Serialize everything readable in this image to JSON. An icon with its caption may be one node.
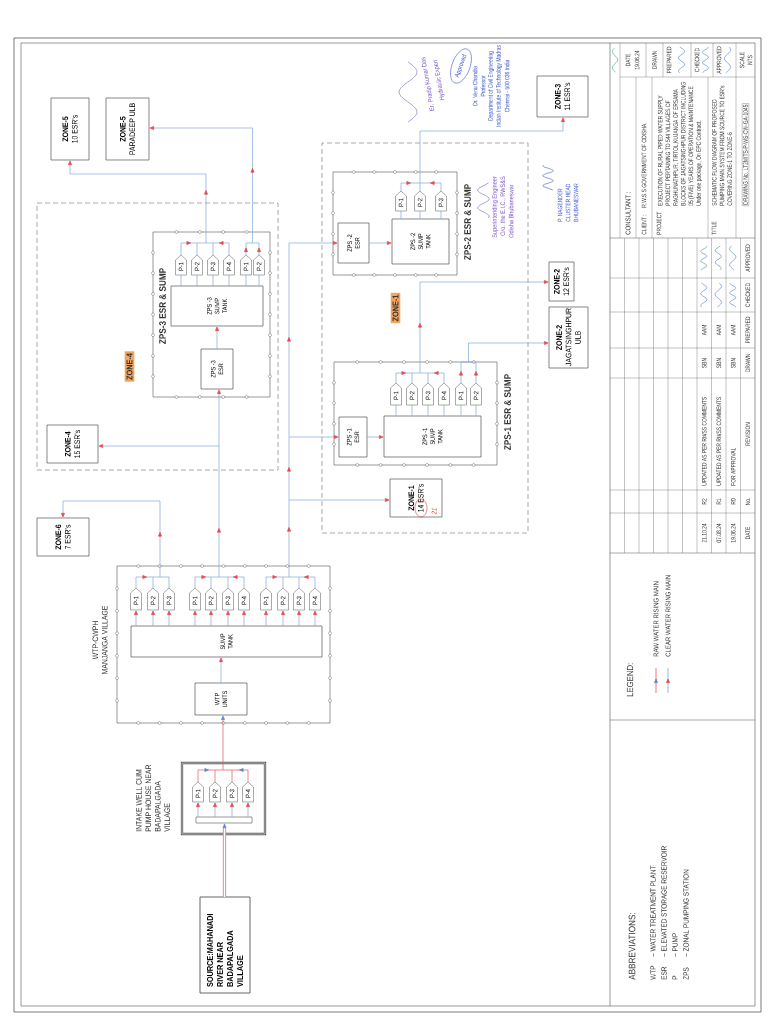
{
  "diagram": {
    "nodes": [
      {
        "text": [
          "SOURCE:MAHANADI RIVER NEAR BADAPALGADA VILLAGE"
        ]
      },
      {
        "text": [
          "INTAKE WELL CUM PUMP HOUSE NEAR BADAPALGADA VILLAGE"
        ]
      },
      {
        "text": [],
        "shape": "bar",
        "in": 1
      },
      {
        "text": [
          "P-1"
        ],
        "in": 1
      },
      {
        "text": [
          "P-2"
        ],
        "in": 1
      },
      {
        "text": [
          "P-3"
        ],
        "in": 1
      },
      {
        "text": [
          "P-4"
        ],
        "in": 1
      },
      {
        "text": [
          "WTP-CWPH MANJANGA VILLAGE"
        ]
      },
      {
        "text": [
          "WTP UNITS"
        ],
        "in": 7
      },
      {
        "text": [
          "SUMP TANK"
        ],
        "in": 7
      },
      {
        "text": [
          "P-1"
        ],
        "in": 7
      },
      {
        "text": [
          "P-2"
        ],
        "in": 7
      },
      {
        "text": [
          "P-3"
        ],
        "in": 7
      },
      {
        "text": [
          "P-1"
        ],
        "in": 7
      },
      {
        "text": [
          "P-2"
        ],
        "in": 7
      },
      {
        "text": [
          "P-3"
        ],
        "in": 7
      },
      {
        "text": [
          "P-4"
        ],
        "in": 7
      },
      {
        "text": [
          "P-1"
        ],
        "in": 7
      },
      {
        "text": [
          "P-2"
        ],
        "in": 7
      },
      {
        "text": [
          "P-3"
        ],
        "in": 7
      },
      {
        "text": [
          "P-4"
        ],
        "in": 7
      },
      {
        "text": [
          "ZONE-6",
          "7 ESR's"
        ]
      },
      {
        "text": [
          "ZONE-4"
        ]
      },
      {
        "text": [
          "ZONE-4",
          "15 ESR's"
        ],
        "in": 22
      },
      {
        "text": [
          "ZPS-3 ESR & SUMP"
        ],
        "in": 22
      },
      {
        "text": [
          "ZPS -3 ESR"
        ],
        "in": 24
      },
      {
        "text": [
          "ZPS -3 SUMP TANK"
        ],
        "in": 24
      },
      {
        "text": [
          "P-1"
        ],
        "in": 24
      },
      {
        "text": [
          "P-2"
        ],
        "in": 24
      },
      {
        "text": [
          "P-3"
        ],
        "in": 24
      },
      {
        "text": [
          "P-4"
        ],
        "in": 24
      },
      {
        "text": [
          "P-1"
        ],
        "in": 24
      },
      {
        "text": [
          "P-2"
        ],
        "in": 24
      },
      {
        "text": [
          "ZONE-5",
          "10 ESR's"
        ]
      },
      {
        "text": [
          "ZONE-5",
          "PARADEEP ULB"
        ]
      },
      {
        "text": [
          "ZONE-1"
        ]
      },
      {
        "text": [
          "ZONE-1",
          "14 ESR's"
        ],
        "in": 35
      },
      {
        "text": [
          "ZPS-1 ESR & SUMP"
        ],
        "in": 35
      },
      {
        "text": [
          "ZPS -1 ESR"
        ],
        "in": 37
      },
      {
        "text": [
          "ZPS -1 SUMP TANK"
        ],
        "in": 37
      },
      {
        "text": [
          "P-1"
        ],
        "in": 37
      },
      {
        "text": [
          "P-2"
        ],
        "in": 37
      },
      {
        "text": [
          "P-3"
        ],
        "in": 37
      },
      {
        "text": [
          "P-4"
        ],
        "in": 37
      },
      {
        "text": [
          "P-1"
        ],
        "in": 37
      },
      {
        "text": [
          "P-2"
        ],
        "in": 37
      },
      {
        "text": [
          "ZPS-2 ESR & SUMP"
        ],
        "in": 35
      },
      {
        "text": [
          "ZPS -2 ESR"
        ],
        "in": 46
      },
      {
        "text": [
          "ZPS -2 SUMP TANK"
        ],
        "in": 46
      },
      {
        "text": [
          "P-1"
        ],
        "in": 46
      },
      {
        "text": [
          "P-2"
        ],
        "in": 46
      },
      {
        "text": [
          "P-3"
        ],
        "in": 46
      },
      {
        "text": [
          "ZONE-2",
          "12 ESR's"
        ]
      },
      {
        "text": [
          "ZONE-2",
          "JAGATSINGHPUR ULB"
        ]
      },
      {
        "text": [
          "ZONE-3",
          "11 ESR's"
        ]
      }
    ],
    "edges": [
      {
        "from": 0,
        "to": 2,
        "arrow": "to",
        "style": "thick",
        "color": "#e8585c"
      },
      {
        "from": 2,
        "to": 3,
        "arrow": "to"
      },
      {
        "from": 2,
        "to": 4,
        "arrow": "to"
      },
      {
        "from": 2,
        "to": 5,
        "arrow": "to"
      },
      {
        "from": 2,
        "to": 6,
        "arrow": "to"
      },
      {
        "from": 3,
        "to": 8,
        "arrow": "to",
        "color": "#e8585c"
      },
      {
        "from": 4,
        "to": 8,
        "arrow": "to",
        "color": "#e8585c"
      },
      {
        "from": 5,
        "to": 8,
        "arrow": "to",
        "color": "#e8585c"
      },
      {
        "from": 6,
        "to": 8,
        "arrow": "to",
        "color": "#e8585c"
      },
      {
        "from": 8,
        "to": 9,
        "arrow": "to"
      },
      {
        "from": 9,
        "to": 10,
        "arrow": "to"
      },
      {
        "from": 9,
        "to": 11,
        "arrow": "to"
      },
      {
        "from": 9,
        "to": 12,
        "arrow": "to"
      },
      {
        "from": 9,
        "to": 13,
        "arrow": "to"
      },
      {
        "from": 9,
        "to": 14,
        "arrow": "to"
      },
      {
        "from": 9,
        "to": 15,
        "arrow": "to"
      },
      {
        "from": 9,
        "to": 16,
        "arrow": "to"
      },
      {
        "from": 9,
        "to": 17,
        "arrow": "to"
      },
      {
        "from": 9,
        "to": 18,
        "arrow": "to"
      },
      {
        "from": 9,
        "to": 19,
        "arrow": "to"
      },
      {
        "from": 9,
        "to": 20,
        "arrow": "to"
      },
      {
        "from": 10,
        "to": 21,
        "arrow": "to"
      },
      {
        "from": 11,
        "to": 21,
        "arrow": "to"
      },
      {
        "from": 12,
        "to": 21,
        "arrow": "to"
      },
      {
        "from": 13,
        "to": 23,
        "arrow": "to"
      },
      {
        "from": 13,
        "to": 25,
        "arrow": "to"
      },
      {
        "from": 14,
        "to": 23,
        "arrow": "to"
      },
      {
        "from": 14,
        "to": 25,
        "arrow": "to"
      },
      {
        "from": 15,
        "to": 23,
        "arrow": "to"
      },
      {
        "from": 15,
        "to": 25,
        "arrow": "to"
      },
      {
        "from": 16,
        "to": 23,
        "arrow": "to"
      },
      {
        "from": 16,
        "to": 25,
        "arrow": "to"
      },
      {
        "from": 17,
        "to": 36,
        "arrow": "to"
      },
      {
        "from": 17,
        "to": 38,
        "arrow": "to"
      },
      {
        "from": 17,
        "to": 47,
        "arrow": "to"
      },
      {
        "from": 18,
        "to": 36,
        "arrow": "to"
      },
      {
        "from": 18,
        "to": 38,
        "arrow": "to"
      },
      {
        "from": 18,
        "to": 47,
        "arrow": "to"
      },
      {
        "from": 19,
        "to": 36,
        "arrow": "to"
      },
      {
        "from": 19,
        "to": 38,
        "arrow": "to"
      },
      {
        "from": 19,
        "to": 47,
        "arrow": "to"
      },
      {
        "from": 20,
        "to": 36,
        "arrow": "to"
      },
      {
        "from": 20,
        "to": 38,
        "arrow": "to"
      },
      {
        "from": 20,
        "to": 47,
        "arrow": "to"
      },
      {
        "from": 25,
        "to": 26,
        "arrow": "to"
      },
      {
        "from": 26,
        "to": 27,
        "arrow": "none"
      },
      {
        "from": 26,
        "to": 28,
        "arrow": "none"
      },
      {
        "from": 26,
        "to": 29,
        "arrow": "none"
      },
      {
        "from": 26,
        "to": 30,
        "arrow": "none"
      },
      {
        "from": 26,
        "to": 31,
        "arrow": "none"
      },
      {
        "from": 26,
        "to": 32,
        "arrow": "none"
      },
      {
        "from": 27,
        "to": 33,
        "arrow": "to"
      },
      {
        "from": 28,
        "to": 33,
        "arrow": "to"
      },
      {
        "from": 29,
        "to": 33,
        "arrow": "to"
      },
      {
        "from": 30,
        "to": 33,
        "arrow": "to"
      },
      {
        "from": 31,
        "to": 34,
        "arrow": "to"
      },
      {
        "from": 32,
        "to": 34,
        "arrow": "to"
      },
      {
        "from": 38,
        "to": 39,
        "arrow": "to"
      },
      {
        "from": 39,
        "to": 40,
        "arrow": "none"
      },
      {
        "from": 39,
        "to": 41,
        "arrow": "none"
      },
      {
        "from": 39,
        "to": 42,
        "arrow": "none"
      },
      {
        "from": 39,
        "to": 43,
        "arrow": "none"
      },
      {
        "from": 39,
        "to": 44,
        "arrow": "none"
      },
      {
        "from": 39,
        "to": 45,
        "arrow": "none"
      },
      {
        "from": 40,
        "to": 52,
        "arrow": "to"
      },
      {
        "from": 41,
        "to": 52,
        "arrow": "to"
      },
      {
        "from": 42,
        "to": 52,
        "arrow": "to"
      },
      {
        "from": 43,
        "to": 52,
        "arrow": "to"
      },
      {
        "from": 44,
        "to": 53,
        "arrow": "to"
      },
      {
        "from": 45,
        "to": 53,
        "arrow": "to"
      },
      {
        "from": 47,
        "to": 48,
        "arrow": "to"
      },
      {
        "from": 48,
        "to": 49,
        "arrow": "none"
      },
      {
        "from": 48,
        "to": 50,
        "arrow": "none"
      },
      {
        "from": 48,
        "to": 51,
        "arrow": "none"
      },
      {
        "from": 49,
        "to": 54,
        "arrow": "to"
      },
      {
        "from": 50,
        "to": 54,
        "arrow": "to"
      },
      {
        "from": 51,
        "to": 54,
        "arrow": "to"
      }
    ],
    "labels": [
      "LEGEND:",
      "ABBREVIATIONS:",
      "WTP",
      "– WATER TREATMENT PLANT",
      "ESR",
      "– ELEVATED STORAGE RESERVOIR",
      "P",
      "– PUMP",
      "ZPS",
      "– ZONAL PUMPING STATION",
      "21.10.24",
      "R2",
      "UPDATED AS PER RWSS COMMENTS",
      "SBN",
      "AAM",
      "07.08.24",
      "R1",
      "UPDATED AS PER RWSS COMMENTS",
      "SBN",
      "AAM",
      "19.06.24",
      "R0",
      "FOR APPROVAL",
      "SBN",
      "AAM",
      "DATE",
      "No.",
      "REVISION",
      "DRAWN",
      "PREPARED",
      "CHECKED",
      "APPROVED",
      "CONSULTANT :",
      "DATE",
      "19.06.24",
      "DRAWN",
      "CLIENT :",
      "R.W.S.S GOVERNMENT OF ODISHA.",
      "PREPARED",
      "PROJECT",
      "EXECUTION OF RURAL PIPED WATER SUPPLY PROJECT PERTAINING TO 544 VILLAGES OF RAGHUNATHPUR, TIRTOL,KUJANGA OF ERSAMA BLOCKS OF JAGATSINGHPUR DISTRICT INCLUDING 05 (FIVE) YEARS OF OPERATION & MAINTENANCE Under one package, On EPC Contract.",
      "CHECKED",
      "TITLE",
      "SCHEMATIC FLOW DIAGRAM OF PROPOSED PUMPING MAIN SYSTEM FROM SOURCE TO ESR's COVERING ZONE-1 TO ZONE-6",
      "APPROVED",
      "DRAWING No. LT2MITS-P-WS-CW-GA-1045",
      "SCALE",
      "NTS",
      "Er. Pradip Kumar Das",
      "Hydraulic Expert",
      "Approved",
      "Dr. Venu Chandra",
      "Professor",
      "Department of Civil Engineering",
      "Indian Institute of Technology Madras",
      "Chennai - 600 036 India",
      "Superintending Engineer",
      "O/o. the E.I.C., RWS&S",
      "Odisha Bhubaneswar",
      "P. NAGENDER",
      "CLUSTER HEAD",
      "BHUBANESWAR",
      "21"
    ],
    "legend": [
      {
        "text": "RAW WATER RISING MAIN"
      },
      {
        "text": "CLEAR WATER RISING MAIN"
      }
    ]
  }
}
